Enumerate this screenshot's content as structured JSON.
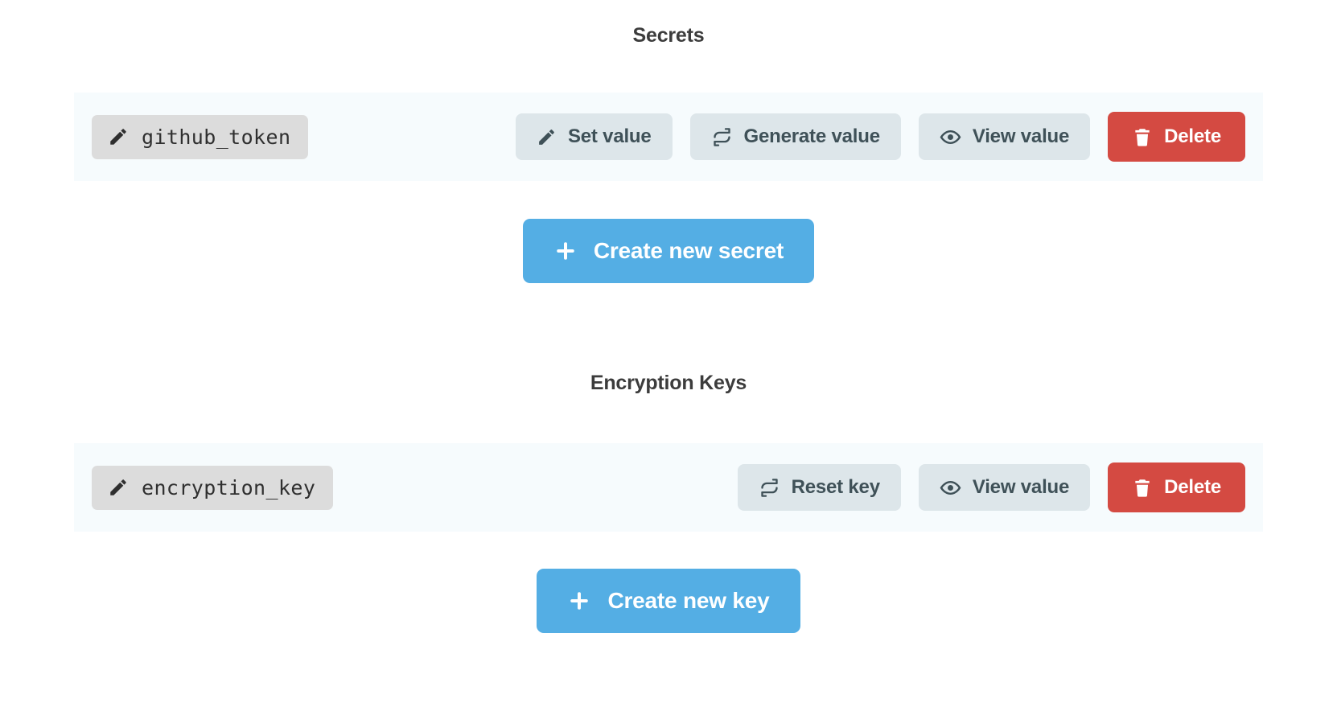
{
  "theme": {
    "page_bg": "#ffffff",
    "row_bg": "#f6fbfd",
    "chip_bg": "#dcdcdc",
    "secondary_bg": "#dde6ea",
    "secondary_text": "#3f5158",
    "danger_bg": "#d44a42",
    "primary_bg": "#54aee4",
    "heading_text": "#3c3c3c"
  },
  "secrets": {
    "heading": "Secrets",
    "item": {
      "name": "github_token",
      "name_icon": "pencil-icon",
      "actions": [
        {
          "label": "Set value",
          "icon": "pencil-icon",
          "style": "secondary"
        },
        {
          "label": "Generate value",
          "icon": "refresh-icon",
          "style": "secondary"
        },
        {
          "label": "View value",
          "icon": "eye-icon",
          "style": "secondary"
        },
        {
          "label": "Delete",
          "icon": "trash-icon",
          "style": "danger"
        }
      ]
    },
    "create_button": {
      "label": "Create new secret",
      "icon": "plus-icon"
    }
  },
  "encryption_keys": {
    "heading": "Encryption Keys",
    "item": {
      "name": "encryption_key",
      "name_icon": "pencil-icon",
      "actions": [
        {
          "label": "Reset key",
          "icon": "refresh-icon",
          "style": "secondary"
        },
        {
          "label": "View value",
          "icon": "eye-icon",
          "style": "secondary"
        },
        {
          "label": "Delete",
          "icon": "trash-icon",
          "style": "danger"
        }
      ]
    },
    "create_button": {
      "label": "Create new key",
      "icon": "plus-icon"
    }
  }
}
